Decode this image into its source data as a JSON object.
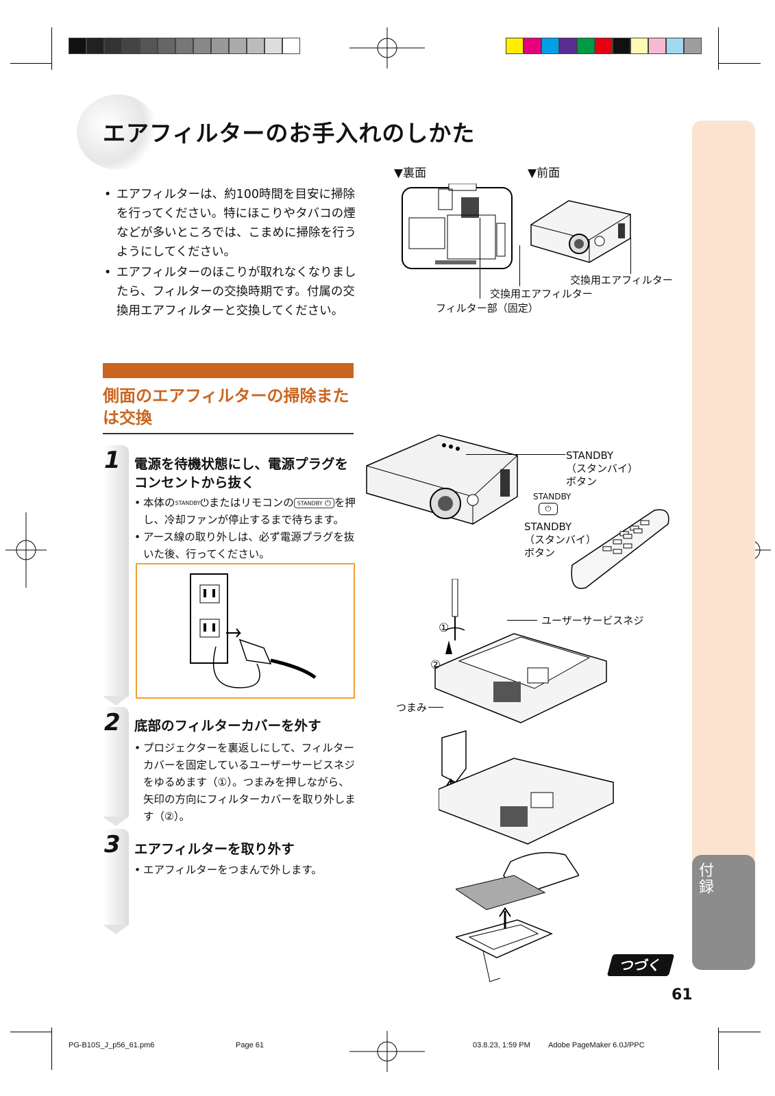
{
  "colors": {
    "accent": "#c9651f",
    "box_border": "#f0a030",
    "side_tab": "#fbe3cf",
    "appendix_tab": "#8c8c8c"
  },
  "gray_bar": [
    "#111111",
    "#222222",
    "#333333",
    "#444444",
    "#555555",
    "#666666",
    "#777777",
    "#888888",
    "#999999",
    "#aaaaaa",
    "#bbbbbb",
    "#dddddd",
    "#ffffff"
  ],
  "color_bar": [
    "#ffee00",
    "#e6007e",
    "#00a0e9",
    "#5a2d91",
    "#009944",
    "#e60012",
    "#111111",
    "#fff9b1",
    "#f7b8d2",
    "#a0d8ef",
    "#9e9e9e"
  ],
  "header": {
    "title": "エアフィルターのお手入れのしかた"
  },
  "intro": [
    "エアフィルターは、約100時間を目安に掃除を行ってください。特にほこりやタバコの煙などが多いところでは、こまめに掃除を行うようにしてください。",
    "エアフィルターのほこりが取れなくなりましたら、フィルターの交換時期です。付属の交換用エアフィルターと交換してください。"
  ],
  "diagram_top": {
    "back_label": "▼裏面",
    "front_label": "▼前面",
    "callout_filter_front": "交換用エアフィルター",
    "callout_filter_back": "交換用エアフィルター",
    "callout_fixed": "フィルター部（固定）"
  },
  "section": {
    "title": "側面のエアフィルターの掃除または交換"
  },
  "steps": [
    {
      "number": "1",
      "title": "電源を待機状態にし、電源プラグをコンセントから抜く",
      "bullet1_a": "本体の",
      "bullet1_icon1": "STANDBY",
      "bullet1_b": "またはリモコンの",
      "bullet1_icon2": "STANDBY",
      "bullet1_c": "を押し、冷却ファンが停止するまで待ちます。",
      "bullet2": "アース線の取り外しは、必ず電源プラグを抜いた後、行ってください。"
    },
    {
      "number": "2",
      "title": "底部のフィルターカバーを外す",
      "bullet1": "プロジェクターを裏返しにして、フィルターカバーを固定しているユーザーサービスネジをゆるめます（①）。つまみを押しながら、矢印の方向にフィルターカバーを取り外します（②）。"
    },
    {
      "number": "3",
      "title": "エアフィルターを取り外す",
      "bullet1": "エアフィルターをつまんで外します。"
    }
  ],
  "diagram_right": {
    "standby_main": "STANDBY\n（スタンバイ）\nボタン",
    "standby_button_caption": "STANDBY",
    "standby_remote": "STANDBY\n（スタンバイ）\nボタン",
    "screw_label": "ユーザーサービスネジ",
    "knob_label": "つまみ",
    "step_marker1": "①",
    "step_marker2": "②"
  },
  "side_tab": {
    "label": "付\n録"
  },
  "continue_label": "つづく",
  "page_number": "61",
  "footer": {
    "file": "PG-B10S_J_p56_61.pm6",
    "page": "Page 61",
    "date": "03.8.23, 1:59 PM",
    "app": "Adobe PageMaker 6.0J/PPC"
  }
}
